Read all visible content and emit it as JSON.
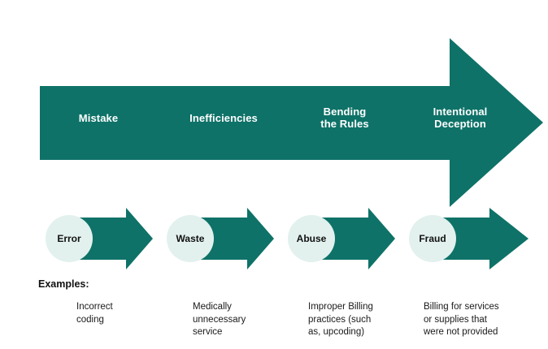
{
  "colors": {
    "teal": "#0e7268",
    "circle_fill": "#e2f1ee",
    "label_white": "#ffffff",
    "text_dark": "#111111",
    "background": "#ffffff"
  },
  "continuum": {
    "name": "fraud-waste-abuse-continuum-arrow",
    "stages": [
      {
        "label": "Mistake"
      },
      {
        "label": "Inefficiencies"
      },
      {
        "label": "Bending\nthe Rules"
      },
      {
        "label": "Intentional\nDeception"
      }
    ]
  },
  "steps": [
    {
      "label": "Error"
    },
    {
      "label": "Waste"
    },
    {
      "label": "Abuse"
    },
    {
      "label": "Fraud"
    }
  ],
  "examples": {
    "heading": "Examples:",
    "items": [
      {
        "text": "Incorrect\ncoding"
      },
      {
        "text": "Medically\nunnecessary\nservice"
      },
      {
        "text": "Improper Billing\npractices (such\nas, upcoding)"
      },
      {
        "text": "Billing for services\nor supplies that\nwere not provided"
      }
    ]
  }
}
